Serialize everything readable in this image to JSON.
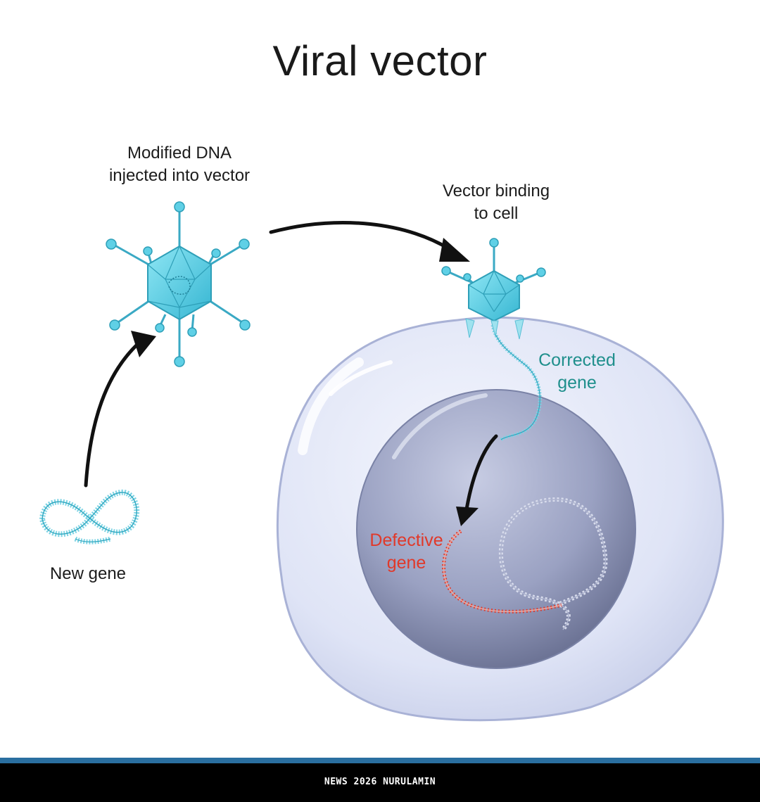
{
  "title": "Viral vector",
  "labels": {
    "modified_dna": [
      "Modified DNA",
      "injected into vector"
    ],
    "vector_binding": [
      "Vector binding",
      "to cell"
    ],
    "new_gene": "New gene",
    "corrected_gene": [
      "Corrected",
      "gene"
    ],
    "defective_gene": [
      "Defective",
      "gene"
    ]
  },
  "footer": {
    "text": "NEWS 2026 NURULAMIN"
  },
  "colors": {
    "virus": "#5fd0e6",
    "dna": "#7fd4e4",
    "corrected_gene": "#1f8f8c",
    "defective_gene": "#e0392a",
    "cell": "#dde3f6",
    "nucleus": "#8e96b8",
    "footer_bg": "#000000",
    "footer_stripe": "#2a6fa0"
  }
}
